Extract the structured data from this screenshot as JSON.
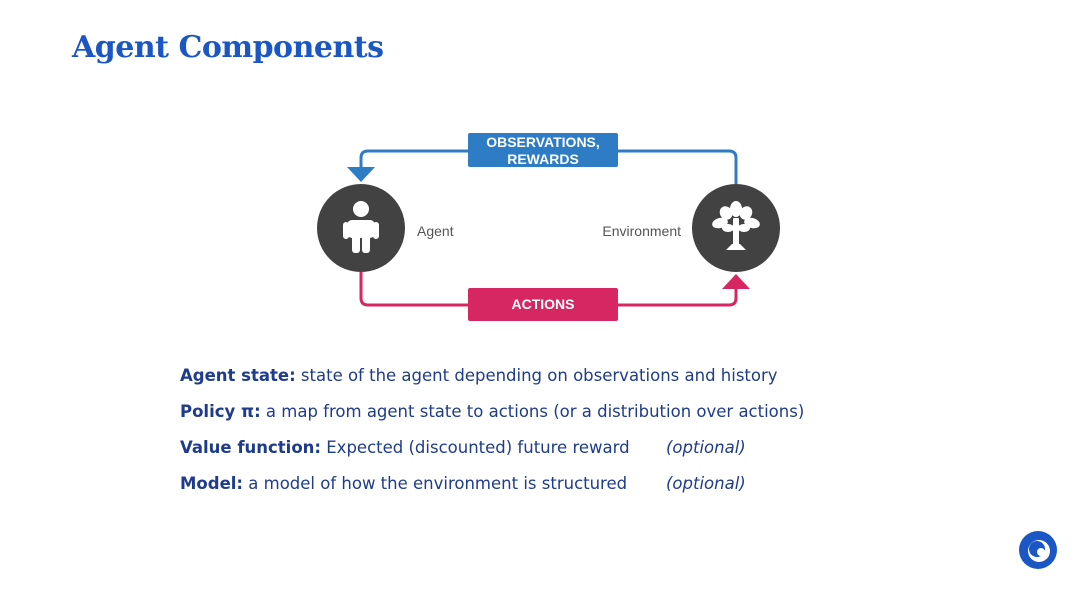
{
  "slide": {
    "title": "Agent Components"
  },
  "diagram": {
    "top_box": [
      "OBSERVATIONS,",
      "REWARDS"
    ],
    "bottom_box": "ACTIONS",
    "agent_label": "Agent",
    "environment_label": "Environment",
    "colors": {
      "observation_arrow": "#2d7cc4",
      "action_arrow": "#d62763",
      "node_fill": "#424242"
    },
    "icons": {
      "agent": "person-icon",
      "environment": "tree-icon"
    }
  },
  "definitions": [
    {
      "term": "Agent state:",
      "text": " state of the agent depending on observations and history",
      "optional": ""
    },
    {
      "term": "Policy π:",
      "text": " a map from agent state to actions (or a distribution over actions)",
      "optional": ""
    },
    {
      "term": "Value function:",
      "text": " Expected (discounted) future reward",
      "optional": "(optional)"
    },
    {
      "term": "Model:",
      "text": " a model of how the environment is structured",
      "optional": "(optional)"
    }
  ]
}
